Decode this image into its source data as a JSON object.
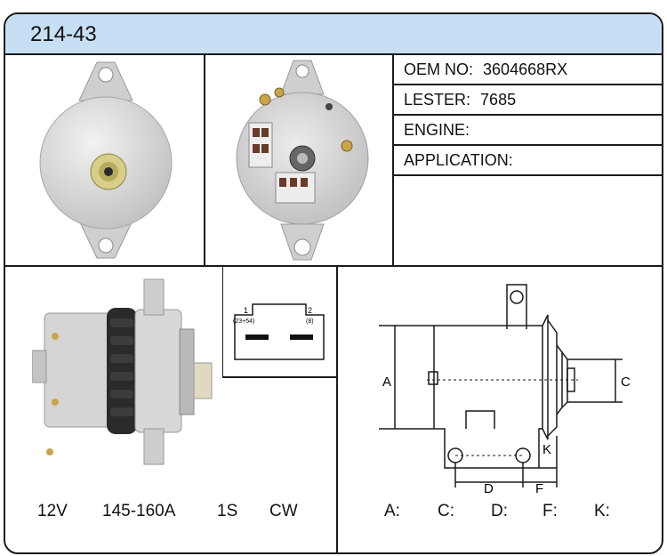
{
  "header": {
    "part_number": "214-43"
  },
  "specs": [
    {
      "label": "OEM NO:",
      "value": "3604668RX"
    },
    {
      "label": "LESTER:",
      "value": "7685"
    },
    {
      "label": "ENGINE:",
      "value": ""
    },
    {
      "label": "APPLICATION:",
      "value": ""
    }
  ],
  "ratings": {
    "voltage": "12V",
    "amperage": "145-160A",
    "groove": "1S",
    "rotation": "CW"
  },
  "plug": {
    "pin1_number": "1",
    "pin1_code": "(23+54)",
    "pin2_number": "2",
    "pin2_code": "(8)"
  },
  "dimension_diagram": {
    "a": "A",
    "c": "C",
    "d": "D",
    "f": "F",
    "k": "K"
  },
  "dimension_values": [
    {
      "label": "A:",
      "value": ""
    },
    {
      "label": "C:",
      "value": ""
    },
    {
      "label": "D:",
      "value": ""
    },
    {
      "label": "F:",
      "value": ""
    },
    {
      "label": "K:",
      "value": ""
    }
  ],
  "colors": {
    "header_bg": "#c7dff5",
    "border": "#1a1a1a"
  }
}
